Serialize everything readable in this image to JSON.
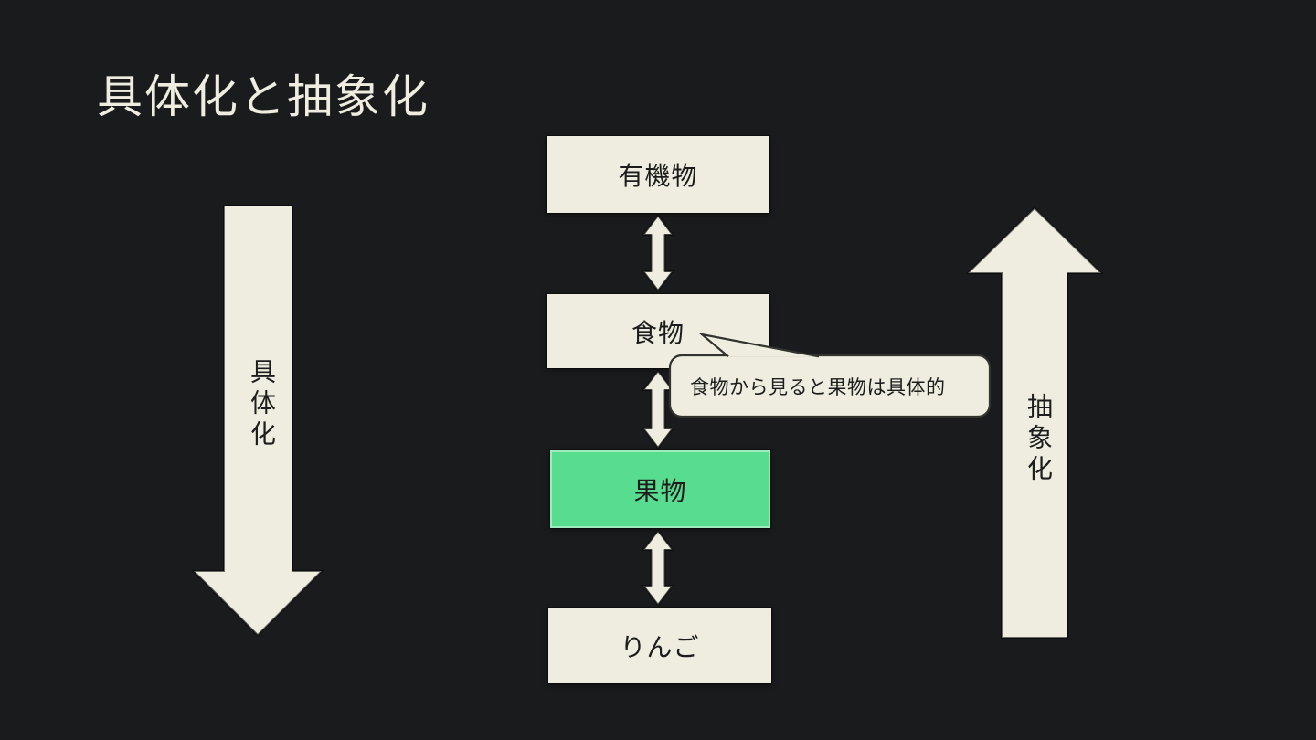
{
  "title": "具体化と抽象化",
  "nodes": [
    {
      "label": "有機物",
      "highlighted": false
    },
    {
      "label": "食物",
      "highlighted": false
    },
    {
      "label": "果物",
      "highlighted": true
    },
    {
      "label": "りんご",
      "highlighted": false
    }
  ],
  "left_arrow": {
    "label": "具体化",
    "direction": "down"
  },
  "right_arrow": {
    "label": "抽象化",
    "direction": "up"
  },
  "callout": {
    "text": "食物から見ると果物は具体的"
  },
  "colors": {
    "background": "#1a1b1d",
    "cream": "#eeeddf",
    "highlight_green": "#58dd90",
    "dark_text": "#1d1d1d",
    "callout_outline": "#32332e"
  }
}
